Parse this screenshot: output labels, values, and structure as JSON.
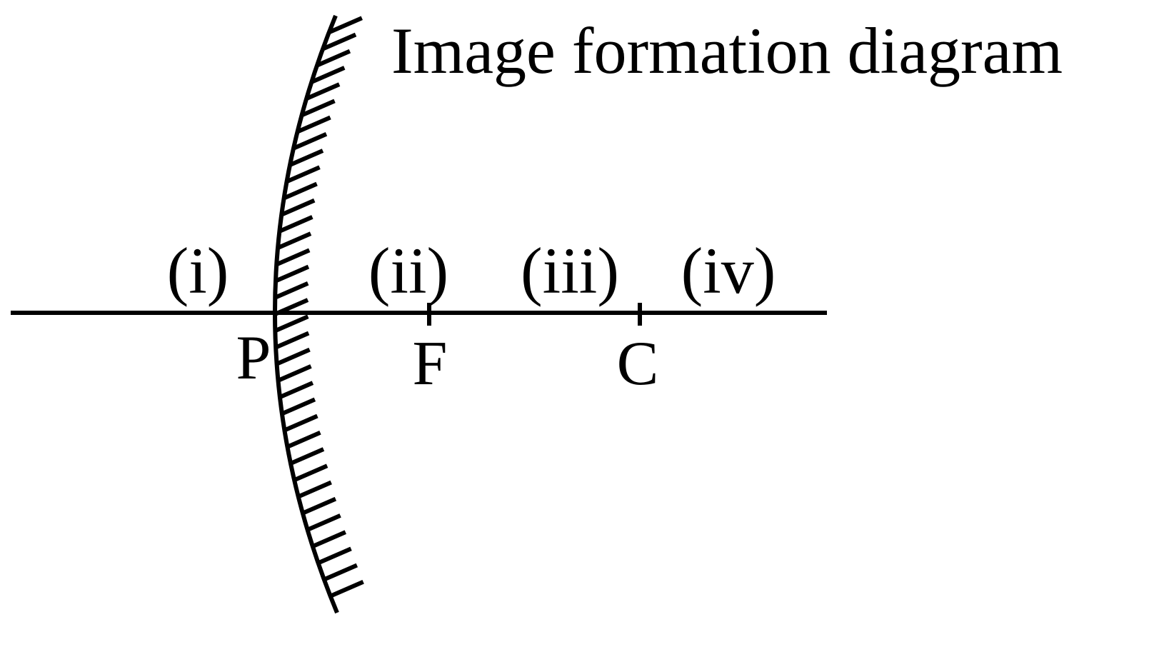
{
  "title": "Image formation diagram",
  "regions": [
    "(i)",
    "(ii)",
    "(iii)",
    "(iv)"
  ],
  "points": {
    "pole": "P",
    "focus": "F",
    "centre": "C"
  },
  "colors": {
    "ink": "#000000",
    "background": "#ffffff"
  }
}
